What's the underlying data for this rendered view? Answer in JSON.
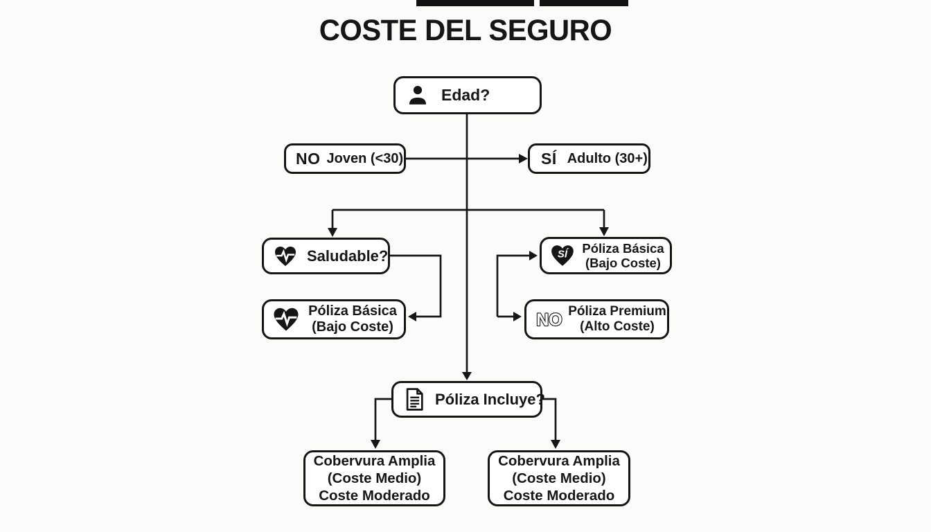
{
  "title": "COSTE DEL SEGURO",
  "colors": {
    "line": "#161616",
    "node_border": "#151515",
    "node_fill": "#ffffff",
    "background": "#fbfbfa",
    "text": "#161616"
  },
  "nodes": {
    "edad": {
      "icon": "person-icon",
      "label": "Edad?"
    },
    "joven": {
      "badge": "NO",
      "label": "Joven (<30)"
    },
    "adulto": {
      "badge": "SÍ",
      "label": "Adulto (30+)"
    },
    "saludable": {
      "icon": "heart-pulse-icon",
      "label": "Saludable?"
    },
    "basica_si": {
      "icon": "heart-si-icon",
      "badge": "SÍ",
      "line1": "Póliza Básica",
      "line2": "(Bajo Coste)"
    },
    "basica_left": {
      "icon": "heart-pulse-icon",
      "line1": "Póliza Básica",
      "line2": "(Bajo Coste)"
    },
    "premium": {
      "badge": "NO",
      "line1": "Póliza Premium",
      "line2": "(Alto Coste)"
    },
    "incluye": {
      "icon": "document-icon",
      "label": "Póliza Incluye?"
    },
    "resultado_izq": {
      "line1": "Cobervura Amplia",
      "line2": "(Coste Medio)",
      "line3": "Coste Moderado"
    },
    "resultado_der": {
      "line1": "Cobervura Amplia",
      "line2": "(Coste Medio)",
      "line3": "Coste Moderado"
    }
  }
}
